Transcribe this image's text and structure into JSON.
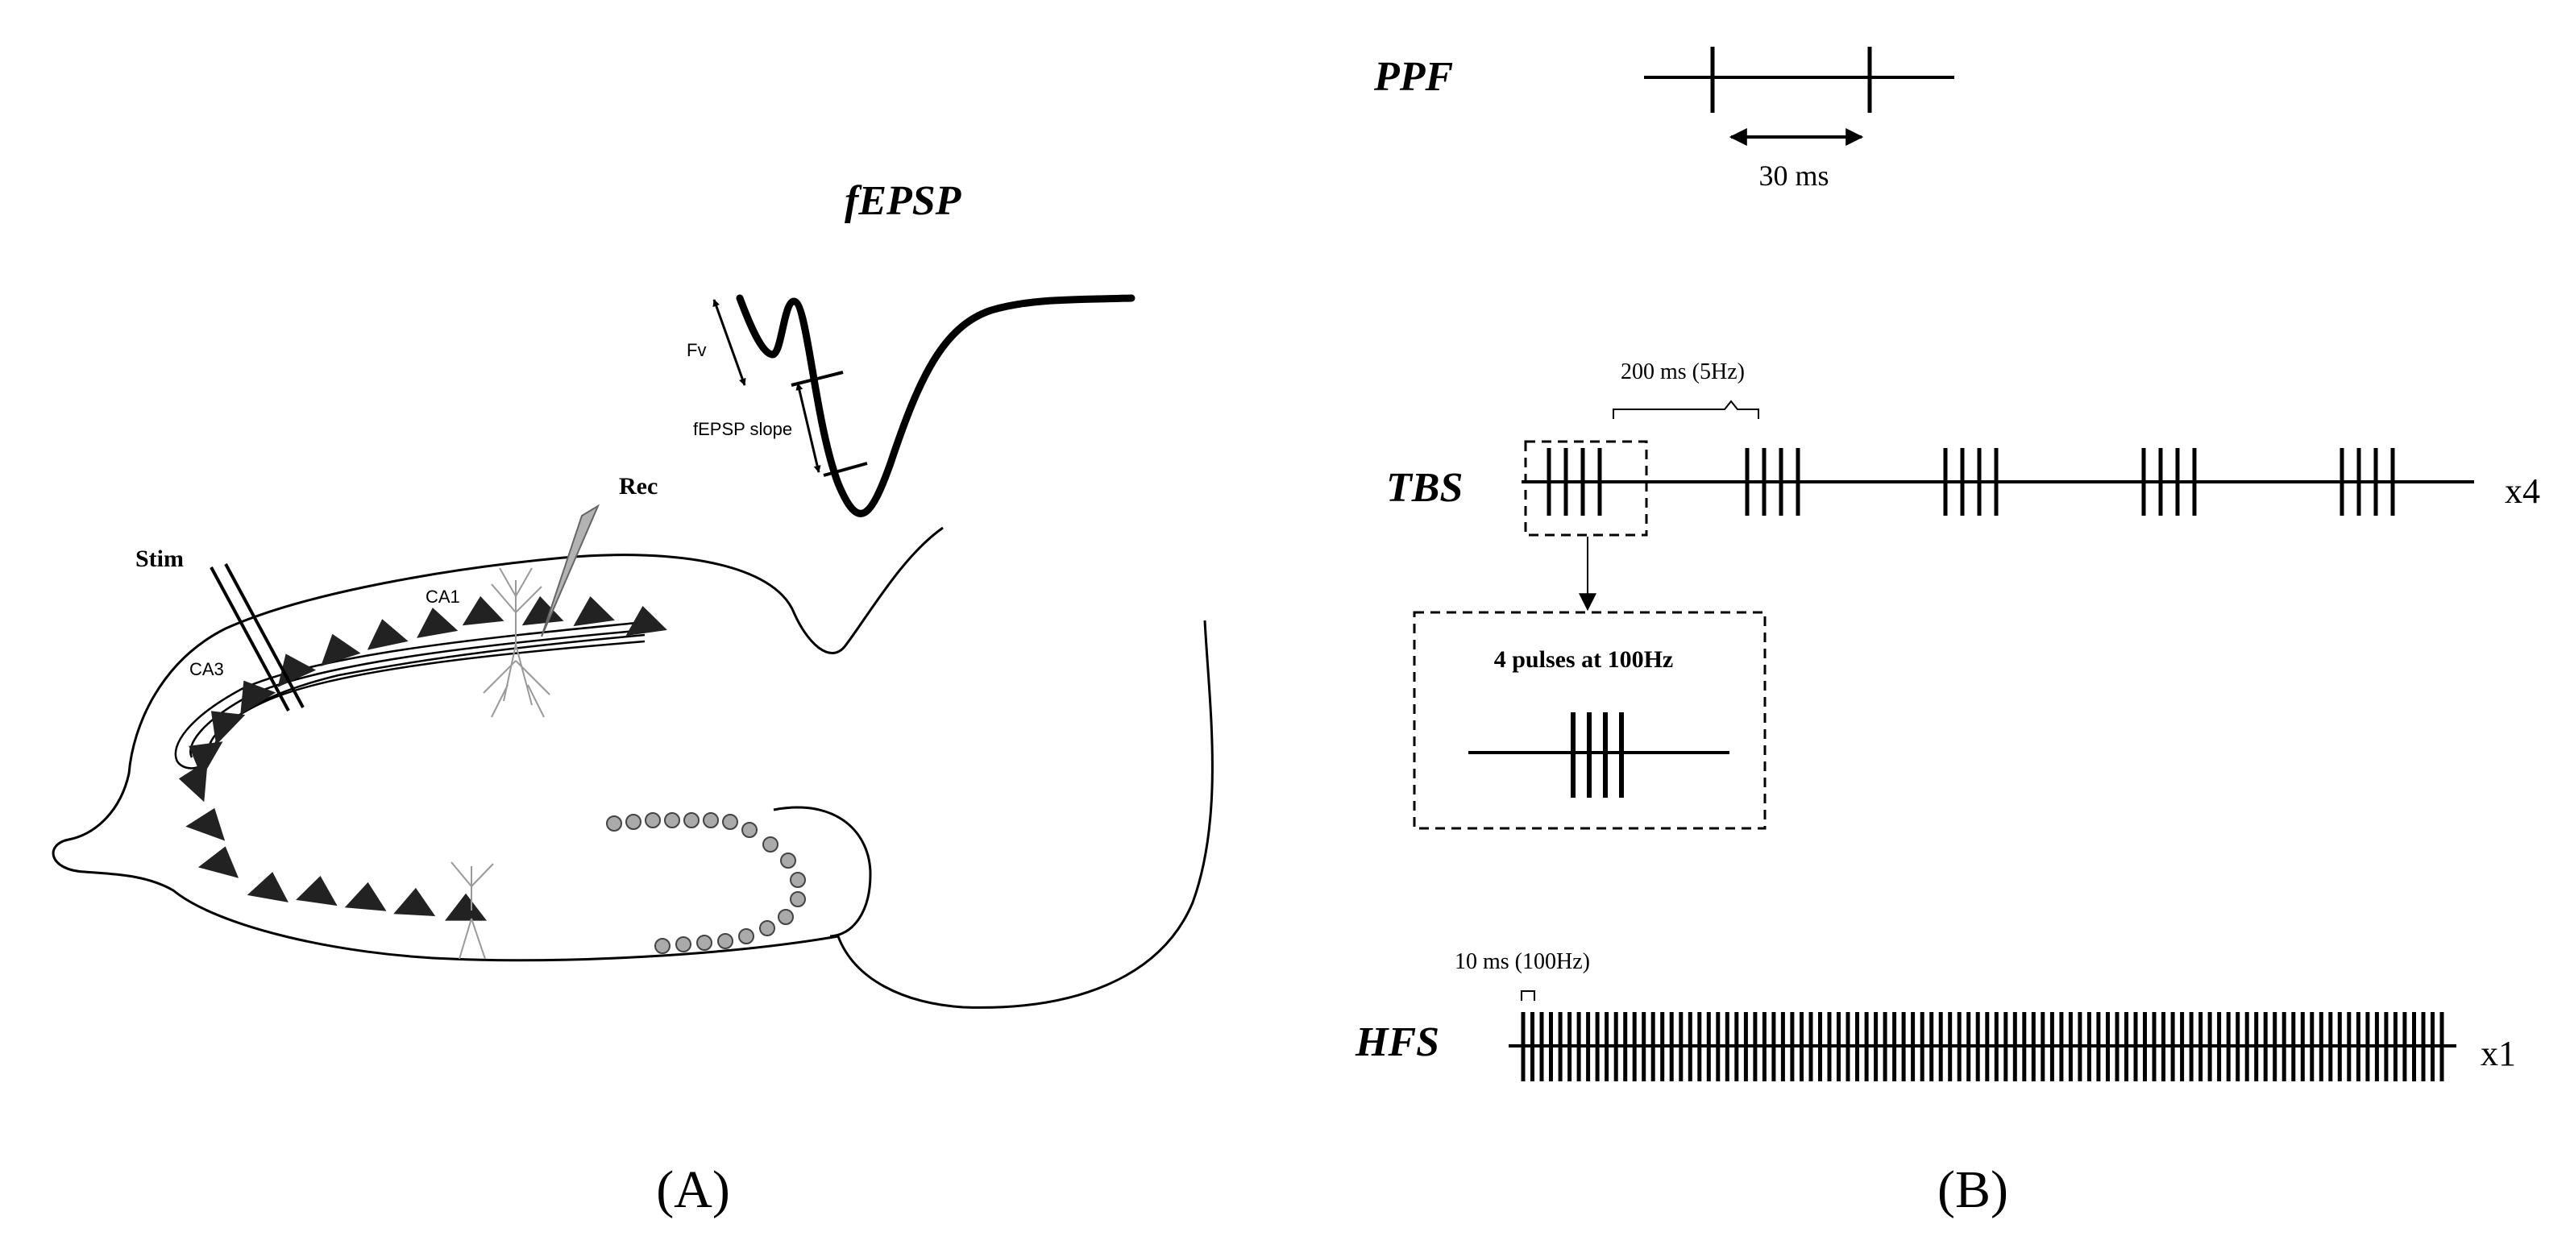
{
  "panel_a": {
    "panel_label": "(A)",
    "fepsp_title": "fEPSP",
    "fv_label": "Fv",
    "slope_label": "fEPSP slope",
    "stim_label": "Stim",
    "rec_label": "Rec",
    "ca1_label": "CA1",
    "ca3_label": "CA3"
  },
  "panel_b": {
    "panel_label": "(B)",
    "ppf": {
      "label": "PPF",
      "interval_label": "30 ms"
    },
    "tbs": {
      "label": "TBS",
      "interval_label": "200 ms (5Hz)",
      "repeat_label": "x4",
      "inset_label": "4 pulses at 100Hz",
      "bursts": 5,
      "pulses_per_burst": 4
    },
    "hfs": {
      "label": "HFS",
      "interval_label": "10 ms (100Hz)",
      "repeat_label": "x1",
      "pulses": 100
    }
  },
  "colors": {
    "ink": "#000000",
    "pyramidal": "#222222",
    "granule": "#aaaaaa",
    "neuron": "#999999"
  }
}
